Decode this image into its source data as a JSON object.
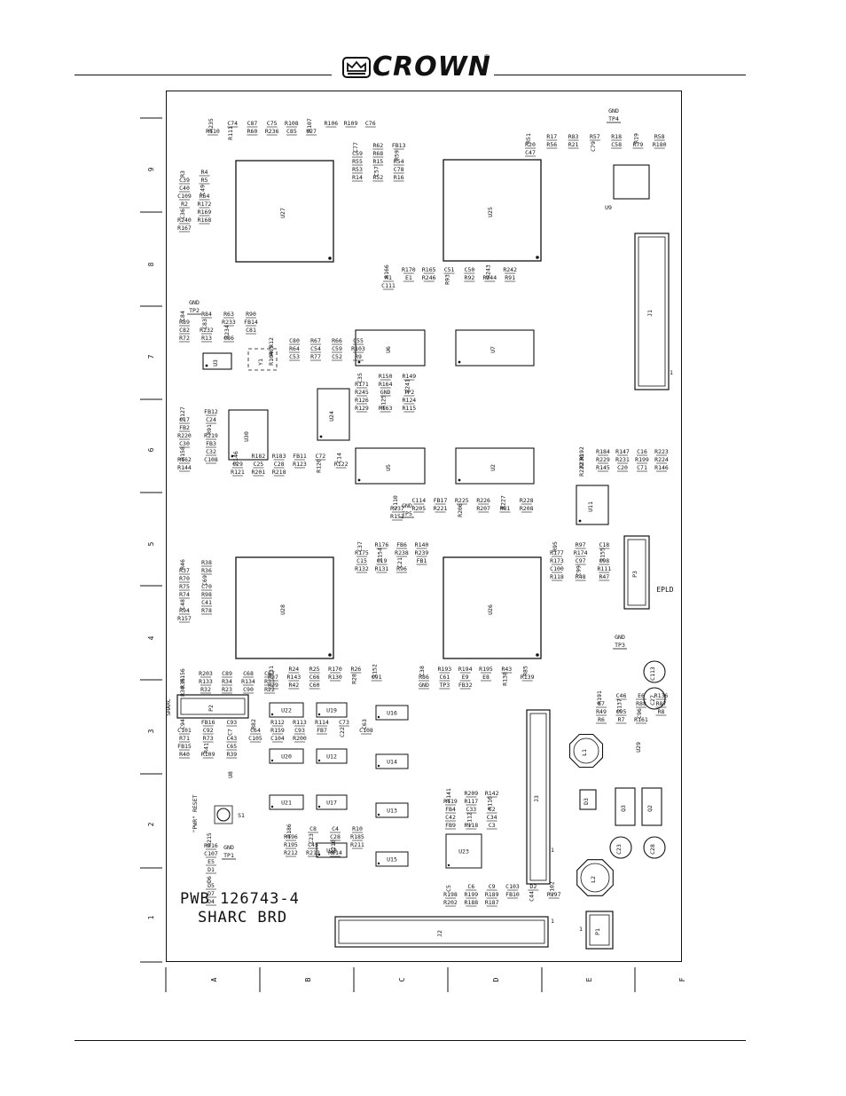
{
  "header": {
    "brand": "CROWN",
    "registered_mark": "®"
  },
  "board": {
    "pwb_number": "PWB 126743-4",
    "board_name": "SHARC BRD",
    "row_labels": [
      "9",
      "8",
      "7",
      "6",
      "5",
      "4",
      "3",
      "2",
      "1"
    ],
    "column_labels": [
      "A",
      "B",
      "C",
      "D",
      "E",
      "F"
    ],
    "large_chips": [
      {
        "id": "U27"
      },
      {
        "id": "U25"
      },
      {
        "id": "U28"
      },
      {
        "id": "U26"
      }
    ],
    "medium_chips": [
      {
        "id": "U6"
      },
      {
        "id": "U7"
      },
      {
        "id": "U5"
      },
      {
        "id": "U2"
      },
      {
        "id": "U24"
      },
      {
        "id": "U30"
      },
      {
        "id": "U3"
      },
      {
        "id": "U11"
      }
    ],
    "small_chips": [
      {
        "id": "U22"
      },
      {
        "id": "U19"
      },
      {
        "id": "U16"
      },
      {
        "id": "U20"
      },
      {
        "id": "U12"
      },
      {
        "id": "U14"
      },
      {
        "id": "U21"
      },
      {
        "id": "U17"
      },
      {
        "id": "U13"
      },
      {
        "id": "U18"
      },
      {
        "id": "U15"
      },
      {
        "id": "U23"
      }
    ],
    "connectors": [
      {
        "id": "J1"
      },
      {
        "id": "J2"
      },
      {
        "id": "J3"
      },
      {
        "id": "P1"
      },
      {
        "id": "P2"
      },
      {
        "id": "P3"
      }
    ],
    "inductors": [
      {
        "id": "L1"
      },
      {
        "id": "L2"
      }
    ],
    "caps_round": [
      {
        "id": "C113"
      },
      {
        "id": "C27"
      },
      {
        "id": "C23"
      },
      {
        "id": "C28"
      }
    ],
    "transistors": [
      {
        "id": "D3"
      },
      {
        "id": "Q3"
      },
      {
        "id": "Q2"
      }
    ],
    "test_points": [
      {
        "gnd": "GND",
        "tp": "TP4"
      },
      {
        "gnd": "GND",
        "tp": "TP2"
      },
      {
        "gnd": "GND",
        "tp": "TP5"
      },
      {
        "gnd": "GND",
        "tp": "TP3"
      },
      {
        "gnd": "GND",
        "tp": "TP1"
      }
    ],
    "texts": {
      "epld": "EPLD",
      "sharc": "SHARC",
      "pwr_reset": "\"PWR\" RESET",
      "s1": "S1",
      "y1": "Y1",
      "u9": "U9",
      "u29": "U29",
      "u8": "U8",
      "one_j1": "1",
      "one_j3": "1",
      "one_p1": "1",
      "one_j2": "1"
    },
    "part_labels": [
      "R235",
      "C74",
      "C87",
      "C75",
      "R108",
      "R107",
      "R106",
      "R109",
      "C76",
      "R110",
      "R111",
      "R60",
      "R236",
      "C85",
      "U27",
      "C77",
      "R62",
      "FB13",
      "C59",
      "R68",
      "R59",
      "R55",
      "R15",
      "R54",
      "R53",
      "C57",
      "C78",
      "R14",
      "R52",
      "R16",
      "R51",
      "R17",
      "R83",
      "R57",
      "R18",
      "R19",
      "R58",
      "R20",
      "R56",
      "R21",
      "C79",
      "C58",
      "R79",
      "R180",
      "C47",
      "R3",
      "R4",
      "C39",
      "R5",
      "C40",
      "C49",
      "C109",
      "R64",
      "R2",
      "R172",
      "C36",
      "R169",
      "R240",
      "R168",
      "R167",
      "R166",
      "R170",
      "R165",
      "C51",
      "C50",
      "R243",
      "R242",
      "R1",
      "E1",
      "R246",
      "R93",
      "R92",
      "R244",
      "R91",
      "C111",
      "C84",
      "R84",
      "R63",
      "R90",
      "R89",
      "C83",
      "R233",
      "FB14",
      "C82",
      "R232",
      "R234",
      "C81",
      "R72",
      "R13",
      "C86",
      "R12",
      "C80",
      "R67",
      "R66",
      "C55",
      "R65",
      "R64",
      "C54",
      "C59",
      "R103",
      "R104",
      "C53",
      "R77",
      "C52",
      "R9",
      "C35",
      "R150",
      "R149",
      "R171",
      "R164",
      "R241",
      "R245",
      "GND",
      "TP2",
      "R126",
      "R125",
      "R124",
      "R129",
      "R163",
      "R115",
      "R127",
      "FB12",
      "C17",
      "C24",
      "FB2",
      "R91",
      "R220",
      "R219",
      "C30",
      "FB3",
      "R158",
      "C32",
      "R162",
      "C108",
      "R144",
      "R146",
      "R182",
      "R183",
      "FB11",
      "C72",
      "C14",
      "C29",
      "C25",
      "C28",
      "R123",
      "R120",
      "R122",
      "R121",
      "R201",
      "R218",
      "R192",
      "R184",
      "R147",
      "C16",
      "R223",
      "R230",
      "R229",
      "R231",
      "R199",
      "R224",
      "R222",
      "R145",
      "C20",
      "C71",
      "R146",
      "C110",
      "C114",
      "FB17",
      "R225",
      "R226",
      "R227",
      "R228",
      "R237",
      "R205",
      "R221",
      "R206",
      "R207",
      "R81",
      "R208",
      "R153",
      "C37",
      "R176",
      "FB6",
      "R140",
      "R175",
      "R154",
      "R238",
      "R239",
      "C15",
      "C19",
      "C21",
      "FB1",
      "R132",
      "R131",
      "R96",
      "R95",
      "R97",
      "C18",
      "R177",
      "R174",
      "R155",
      "R173",
      "C97",
      "C98",
      "C100",
      "C99",
      "R111",
      "R118",
      "R48",
      "R47",
      "R46",
      "R38",
      "R37",
      "R36",
      "R70",
      "C69",
      "R75",
      "C70",
      "R74",
      "R98",
      "C48",
      "C41",
      "R94",
      "R78",
      "R157",
      "R156",
      "R203",
      "C89",
      "C68",
      "C67",
      "R35",
      "R133",
      "R34",
      "R134",
      "R33",
      "R30",
      "R32",
      "R23",
      "C90",
      "R22",
      "R31",
      "R24",
      "R25",
      "R170",
      "R26",
      "R152",
      "R27",
      "R143",
      "C66",
      "R130",
      "R28",
      "C91",
      "R29",
      "R42",
      "C60",
      "C38",
      "R193",
      "R194",
      "R195",
      "R43",
      "R85",
      "R86",
      "C61",
      "E9",
      "E8",
      "R138",
      "R139",
      "GND",
      "TP3",
      "FB32",
      "R191",
      "C46",
      "E6",
      "R136",
      "E7",
      "R137",
      "R88",
      "R87",
      "R49",
      "C95",
      "C96",
      "R8",
      "R6",
      "R7",
      "R161",
      "C94",
      "FB16",
      "C93",
      "C101",
      "C92",
      "C7",
      "R71",
      "R73",
      "C43",
      "FB15",
      "R41",
      "C65",
      "R40",
      "R109",
      "R39",
      "R82",
      "R112",
      "R113",
      "R114",
      "C73",
      "C63",
      "C64",
      "R159",
      "C93",
      "FB7",
      "C22",
      "C108",
      "C105",
      "C104",
      "R200",
      "R141",
      "R209",
      "R142",
      "R119",
      "R117",
      "R116",
      "FB4",
      "C33",
      "C2",
      "C42",
      "C112",
      "C34",
      "FB9",
      "R118",
      "C3",
      "C5",
      "C6",
      "C9",
      "C103",
      "D2",
      "C102",
      "R198",
      "R199",
      "R189",
      "FB10",
      "C44",
      "R197",
      "R202",
      "R188",
      "R187",
      "R186",
      "C8",
      "C4",
      "R10",
      "R196",
      "C23",
      "C28",
      "R185",
      "R195",
      "C45",
      "R210",
      "R211",
      "R212",
      "R213",
      "R214",
      "R215",
      "R216",
      "C107",
      "E5",
      "D1",
      "D6",
      "D5",
      "D7",
      "D4"
    ]
  }
}
